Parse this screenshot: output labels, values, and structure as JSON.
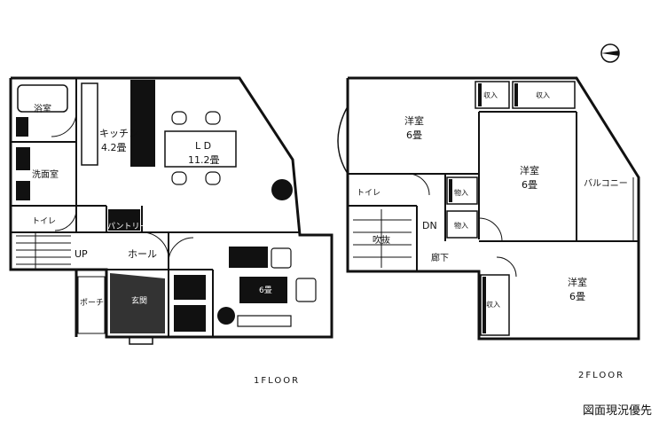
{
  "floor1": {
    "label": "1FLOOR",
    "rooms": {
      "bath": "浴室",
      "kitchen": "キッチン",
      "kitchen_size": "4.2畳",
      "ld": "L D",
      "ld_size": "11.2畳",
      "washroom": "洗面室",
      "toilet": "トイレ",
      "pantry": "パントリー",
      "up": "UP",
      "hall": "ホール",
      "porch": "ポーチ",
      "entrance": "玄関",
      "ld_extra": "6畳"
    }
  },
  "floor2": {
    "label": "2FLOOR",
    "rooms": {
      "room_a": "洋室",
      "room_a_size": "6畳",
      "room_b": "洋室",
      "room_b_size": "6畳",
      "room_c": "洋室",
      "room_c_size": "6畳",
      "balcony": "バルコニー",
      "toilet": "トイレ",
      "dn": "DN",
      "void": "吹抜",
      "corridor": "廊下",
      "closet": "収入",
      "closet_alt": "物入"
    }
  },
  "note": "図面現況優先",
  "compass_icon": "compass-north-icon"
}
